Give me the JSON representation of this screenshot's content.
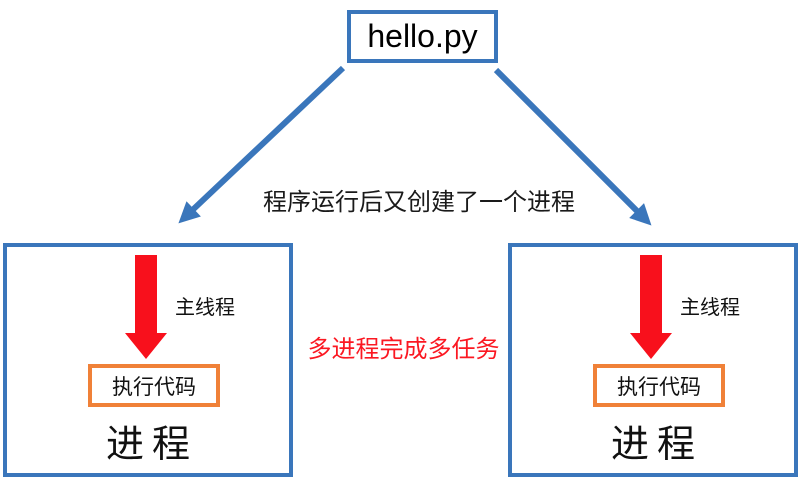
{
  "diagram": {
    "root_node": {
      "label": "hello.py"
    },
    "branch_annotation": "程序运行后又创建了一个进程",
    "center_annotation": "多进程完成多任务",
    "processes": [
      {
        "thread_label": "主线程",
        "code_label": "执行代码",
        "name_label": "进程"
      },
      {
        "thread_label": "主线程",
        "code_label": "执行代码",
        "name_label": "进程"
      }
    ],
    "colors": {
      "node_border_blue": "#3A76BB",
      "branch_arrow_blue": "#3A76BB",
      "thread_arrow_red": "#F8101C",
      "annotation_red": "#FB1822",
      "code_box_orange": "#F08138",
      "text_black": "#1A1A1A"
    }
  }
}
